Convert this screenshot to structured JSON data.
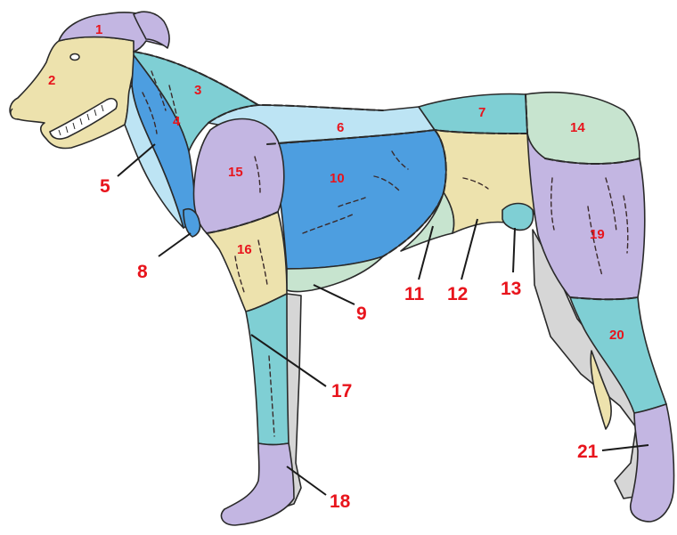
{
  "labels": {
    "l1": "1",
    "l2": "2",
    "l3": "3",
    "l4": "4",
    "l5": "5",
    "l6": "6",
    "l7": "7",
    "l8": "8",
    "l9": "9",
    "l10": "10",
    "l11": "11",
    "l12": "12",
    "l13": "13",
    "l14": "14",
    "l15": "15",
    "l16": "16",
    "l17": "17",
    "l18": "18",
    "l19": "19",
    "l20": "20",
    "l21": "21"
  },
  "colors": {
    "purple": "#c3b6e2",
    "tan": "#ede2ad",
    "teal": "#7fcfd4",
    "light_blue": "#bde4f4",
    "mid_blue": "#4d9ee0",
    "sage": "#c7e4cf",
    "grey": "#d6d6d6",
    "label_red": "#e8141c",
    "outline": "#2a2a2a"
  }
}
